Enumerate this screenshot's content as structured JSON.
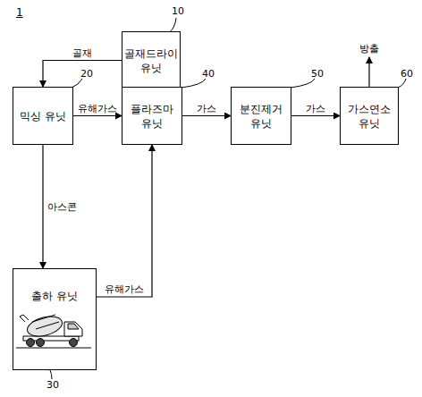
{
  "diagram": {
    "nodes": [
      {
        "text": [
          "골재드라이 유닛"
        ]
      },
      {
        "text": [
          "믹싱 유닛"
        ]
      },
      {
        "text": [
          "플라즈마 유닛"
        ]
      },
      {
        "text": [
          "분진제거 유닛"
        ]
      },
      {
        "text": [
          "가스연소 유닛"
        ]
      },
      {
        "text": [
          "출하 유닛"
        ]
      }
    ],
    "edges": [
      {
        "from": 0,
        "to": 1,
        "label": "골재",
        "arrow": "to"
      },
      {
        "from": 1,
        "to": 2,
        "label": "유해가스",
        "arrow": "to"
      },
      {
        "from": 1,
        "to": 5,
        "label": "아스콘",
        "arrow": "to"
      },
      {
        "from": 5,
        "to": 2,
        "label": "유해가스",
        "arrow": "to"
      },
      {
        "from": 2,
        "to": 3,
        "label": "가스",
        "arrow": "to"
      },
      {
        "from": 3,
        "to": 4,
        "label": "가스",
        "arrow": "to"
      }
    ],
    "labels": [
      "1",
      "10",
      "20",
      "40",
      "50",
      "60",
      "30",
      "방출"
    ]
  }
}
